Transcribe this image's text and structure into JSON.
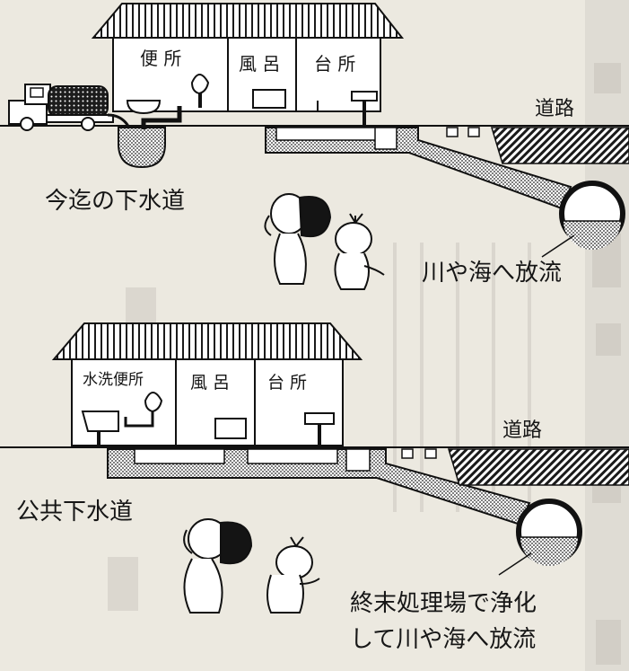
{
  "top_panel": {
    "rooms": {
      "toilet": "便 所",
      "bath": "風 呂",
      "kitchen": "台 所"
    },
    "road_label": "道路",
    "system_label": "今迄の下水道",
    "outlet_label": "川や海へ放流"
  },
  "bottom_panel": {
    "rooms": {
      "flush_toilet": "水洗便所",
      "bath": "風 呂",
      "kitchen": "台 所"
    },
    "road_label": "道路",
    "system_label": "公共下水道",
    "outlet_label_line1": "終末処理場で浄化",
    "outlet_label_line2": "して川や海へ放流"
  },
  "colors": {
    "paper": "#ece9e0",
    "ink": "#161616",
    "background_print": "#d3d0c9"
  }
}
